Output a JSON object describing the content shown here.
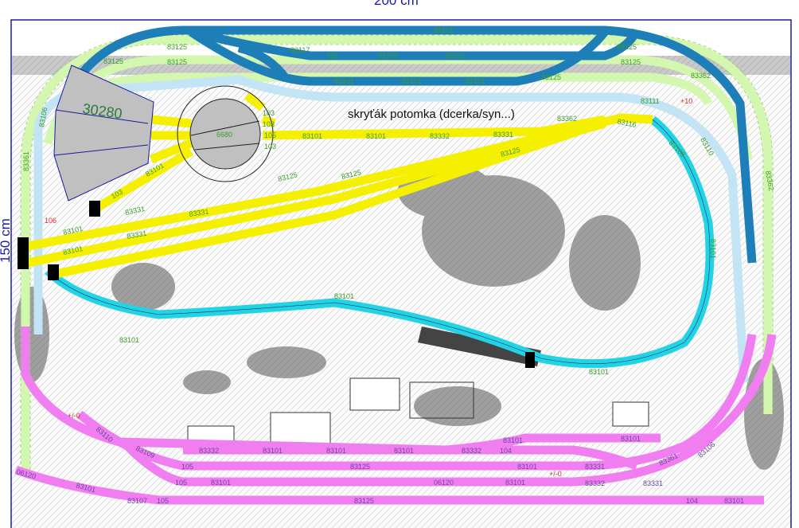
{
  "dimensions": {
    "width_label": "200 cm",
    "height_label": "150 cm"
  },
  "note": "skryťák potomka (dcerka/syn...)",
  "roundhouse": {
    "label": "30280"
  },
  "turntable": {
    "label": "6680"
  },
  "colors": {
    "frame": "#1a1aa0",
    "blue_track": "#1e7fb8",
    "light_green_track": "#d4f7b0",
    "light_blue_track": "#c2e4f5",
    "cyan_track": "#22d3e6",
    "yellow_track": "#f5f000",
    "pink_track": "#f07ef0",
    "structure_gray": "#c0c0c0"
  },
  "labels": {
    "top_blue": [
      "83101",
      "83101",
      "83101",
      "83101",
      "83101",
      "83101",
      "83117",
      "102"
    ],
    "green": [
      "83125",
      "83125",
      "83125",
      "83125",
      "83125",
      "83125",
      "83106",
      "83361",
      "83362",
      "83362"
    ],
    "yellow": [
      "83101",
      "83101",
      "83332",
      "83331",
      "83362",
      "83116",
      "83125",
      "83125",
      "83125",
      "83331",
      "83331",
      "83331",
      "83101",
      "83101",
      "83101",
      "103",
      "103",
      "103",
      "105",
      "103"
    ],
    "cyan": [
      "83101",
      "83101",
      "83101",
      "83101",
      "83108",
      "83110",
      "83111"
    ],
    "pink": [
      "83101",
      "83101",
      "83101",
      "83101",
      "83332",
      "83332",
      "83101",
      "104",
      "105",
      "83125",
      "83101",
      "83331",
      "105",
      "83101",
      "06120",
      "83101",
      "83332",
      "83331",
      "105",
      "83125",
      "104",
      "83101",
      "83107",
      "83101",
      "06120",
      "83109",
      "83110",
      "83361",
      "83106"
    ],
    "red": [
      "106",
      "+10",
      "+/-0",
      "+/-0"
    ]
  }
}
